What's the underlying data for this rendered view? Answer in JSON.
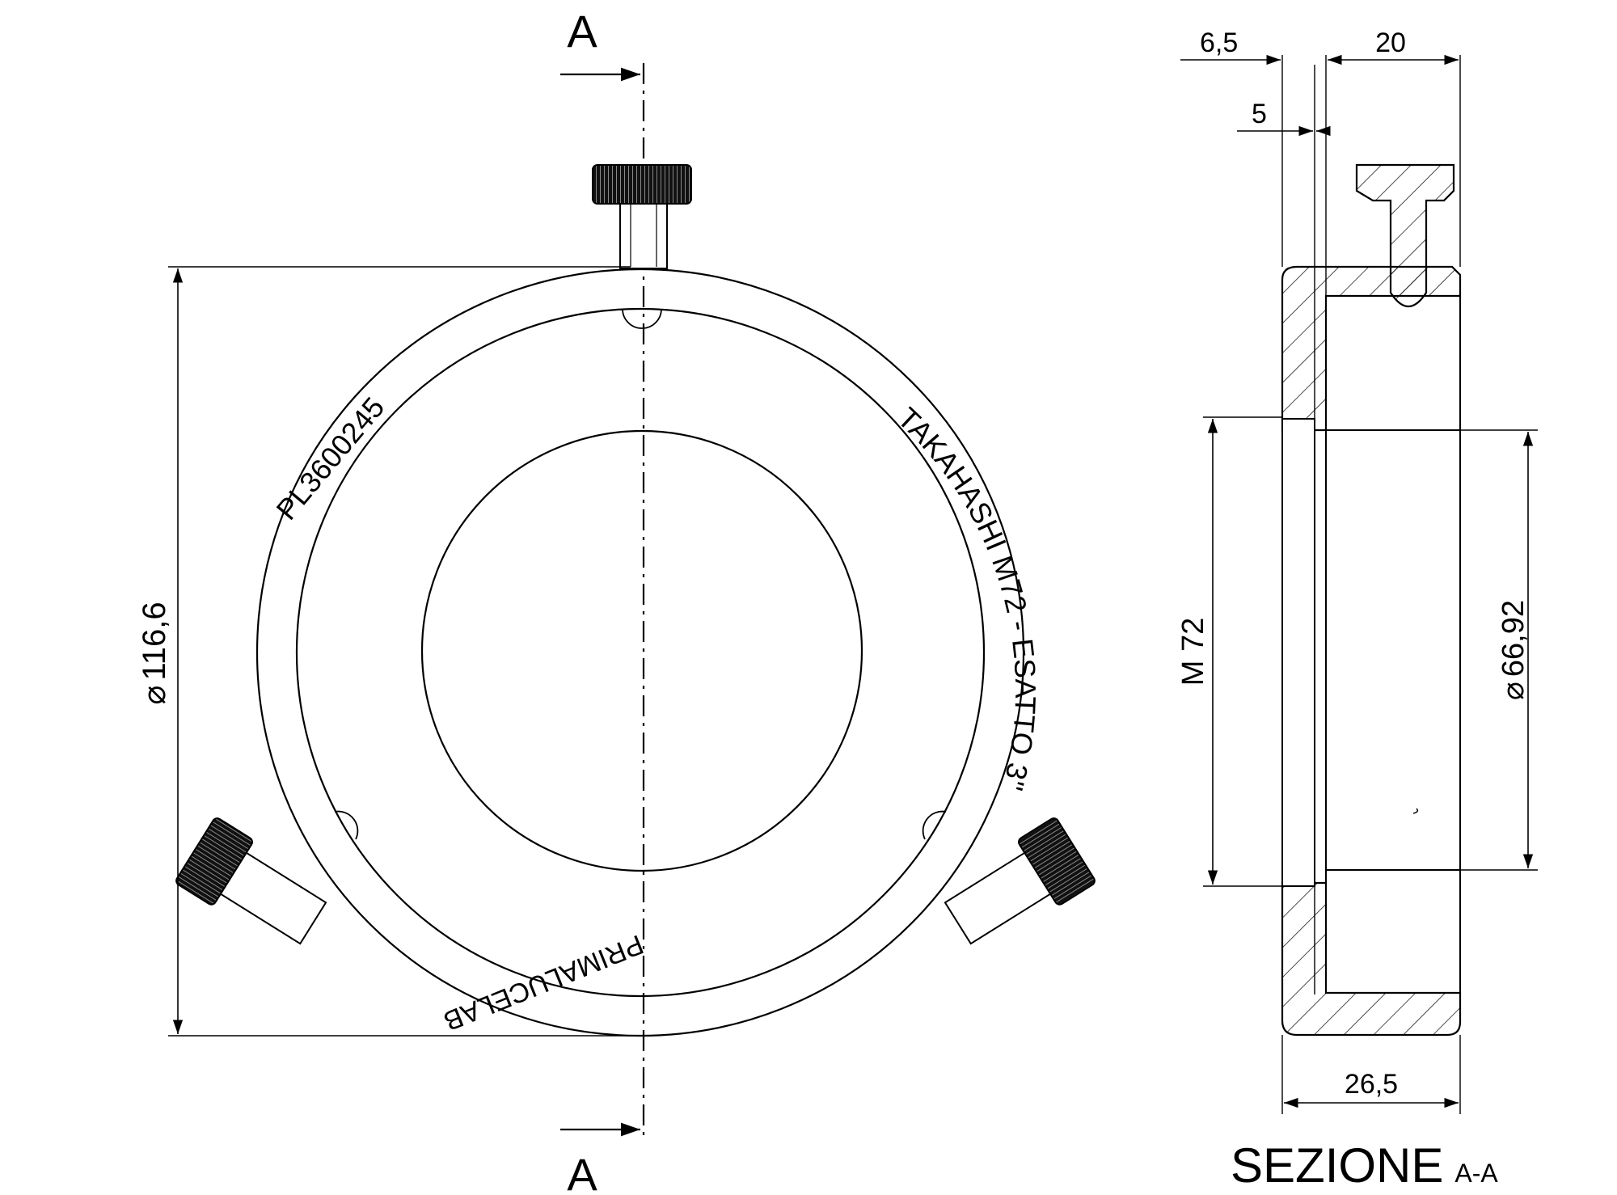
{
  "front_view": {
    "section_mark_top": "A",
    "section_mark_bottom": "A",
    "diameter_symbol": "⌀",
    "outer_diameter": "116,6",
    "engravings": {
      "part_code": "PL3600245",
      "model": "TAKAHASHI M72 - ESATTO 3\"",
      "brand": "PRIMALUCELAB"
    }
  },
  "section_view": {
    "dim_top_left": "6,5",
    "dim_top_right": "20",
    "dim_small": "5",
    "thread": "M 72",
    "inner_diameter": "66,92",
    "diameter_symbol": "⌀",
    "overall_length": "26,5",
    "title_main": "SEZIONE",
    "title_sub": "A-A"
  }
}
